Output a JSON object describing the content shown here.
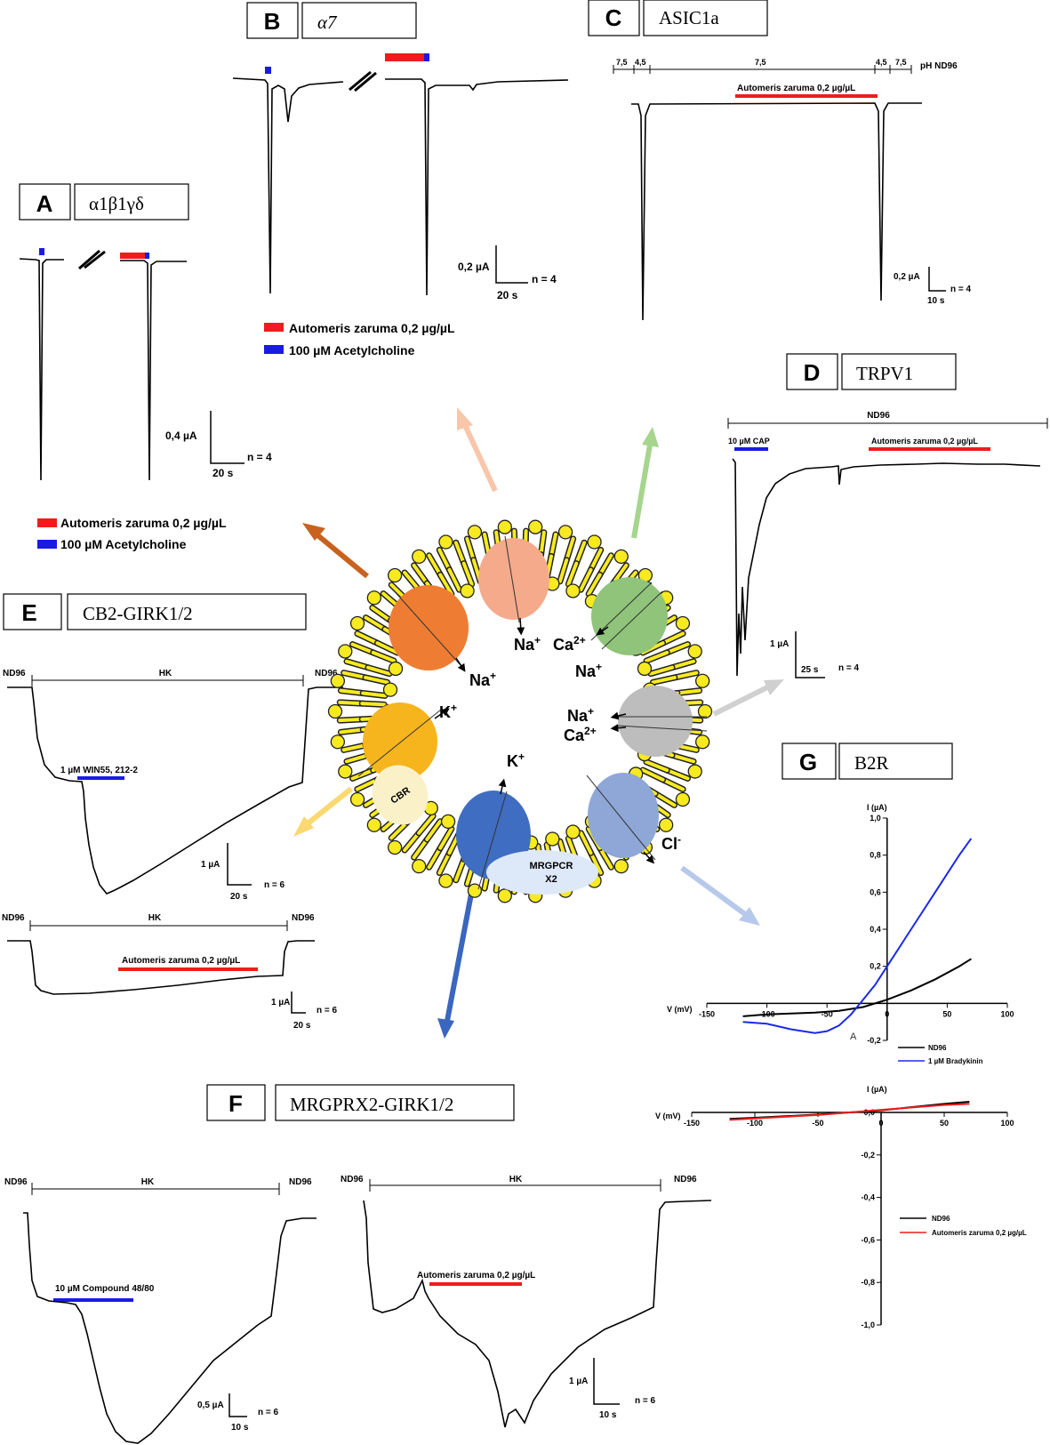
{
  "panels": {
    "A": {
      "letter": "A",
      "title": "α1β1γδ",
      "scale_y": "0,4 µA",
      "scale_x": "20 s",
      "n": "n = 4",
      "legend": [
        "Automeris zaruma 0,2 µg/µL",
        "100 µM Acetylcholine"
      ]
    },
    "B": {
      "letter": "B",
      "title": "α7",
      "scale_y": "0,2 µA",
      "scale_x": "20 s",
      "n": "n = 4",
      "legend": [
        "Automeris zaruma 0,2 µg/µL",
        "100 µM Acetylcholine"
      ]
    },
    "C": {
      "letter": "C",
      "title": "ASIC1a",
      "ph_label": "pH ND96",
      "ph_values": [
        "7,5",
        "4,5",
        "7,5",
        "4,5",
        "7,5"
      ],
      "application": "Automeris zaruma 0,2 µg/µL",
      "scale_y": "0,2 µA",
      "scale_x": "10 s",
      "n": "n = 4"
    },
    "D": {
      "letter": "D",
      "title": "TRPV1",
      "solution": "ND96",
      "cap": "10 µM CAP",
      "application": "Automeris zaruma 0,2 µg/µL",
      "scale_y": "1 µA",
      "scale_x": "25 s",
      "n": "n = 4"
    },
    "E": {
      "letter": "E",
      "title": "CB2-GIRK1/2",
      "top": {
        "left": "ND96",
        "mid": "HK",
        "right": "ND96",
        "application": "1 µM WIN55, 212-2",
        "scale_y": "1 µA",
        "scale_x": "20 s",
        "n": "n = 6"
      },
      "bottom": {
        "left": "ND96",
        "mid": "HK",
        "right": "ND96",
        "application": "Automeris zaruma 0,2 µg/µL",
        "scale_y": "1 µA",
        "scale_x": "20 s",
        "n": "n = 6"
      }
    },
    "F": {
      "letter": "F",
      "title": "MRGPRX2-GIRK1/2",
      "left": {
        "left": "ND96",
        "mid": "HK",
        "right": "ND96",
        "application": "10 µM Compound 48/80",
        "scale_y": "0,5 µA",
        "scale_x": "10 s",
        "n": "n = 6"
      },
      "right": {
        "left": "ND96",
        "mid": "HK",
        "right": "ND96",
        "application": "Automeris zaruma 0,2 µg/µL",
        "scale_y": "1 µA",
        "scale_x": "10 s",
        "n": "n = 6"
      }
    },
    "G": {
      "letter": "G",
      "title": "B2R",
      "iv1": {
        "ylabel": "I (µA)",
        "xlabel": "V (mV)",
        "xticks": [
          "-150",
          "-100",
          "-50",
          "0",
          "50",
          "100"
        ],
        "yticks": [
          "1,0",
          "0,8",
          "0,6",
          "0,4",
          "0,2",
          "-0,2"
        ],
        "legend": [
          "ND96",
          "1 µM Bradykinin"
        ],
        "marker": "A"
      },
      "iv2": {
        "ylabel": "I (µA)",
        "xlabel": "V (mV)",
        "xticks": [
          "-150",
          "-100",
          "-50",
          "0",
          "50",
          "100"
        ],
        "yticks": [
          "0,0",
          "-0,2",
          "-0,4",
          "-0,6",
          "-0,8",
          "-1,0"
        ],
        "legend": [
          "ND96",
          "Automeris zaruma 0,2 µg/µL"
        ]
      }
    }
  },
  "membrane": {
    "ions": {
      "na1": "Na+",
      "ca1": "Ca2+",
      "na2": "Na+",
      "na3": "Na+",
      "k1": "K+",
      "na4": "Na+",
      "ca2": "Ca2+",
      "k2": "K+",
      "cl": "Cl-"
    },
    "cbr": "CBR",
    "mrgpcr_line1": "MRGPCR",
    "mrgpcr_line2": "X2"
  },
  "colors": {
    "toxin": "#ee1c1c",
    "agonist": "#1a1ae6",
    "bradykinin": "#1a2ae6",
    "nachr": "#ee7d33",
    "a7": "#f5aa8c",
    "asic": "#8fc47a",
    "trpv": "#bdbdbd",
    "cb2": "#f6b51c",
    "mrg": "#3f6dc1",
    "b2r": "#8ea7d7",
    "lipid": "#f7ea1f"
  },
  "chart_data": [
    {
      "type": "line",
      "title": "",
      "xlabel": "V (mV)",
      "ylabel": "I (µA)",
      "xlim": [
        -150,
        100
      ],
      "ylim": [
        -0.2,
        1.0
      ],
      "series": [
        {
          "name": "ND96",
          "x": [
            -120,
            -100,
            -80,
            -60,
            -40,
            -20,
            0,
            20,
            40,
            60,
            70
          ],
          "y": [
            -0.07,
            -0.06,
            -0.055,
            -0.05,
            -0.04,
            -0.02,
            0.02,
            0.07,
            0.13,
            0.2,
            0.24
          ]
        },
        {
          "name": "1 µM Bradykinin",
          "x": [
            -120,
            -100,
            -80,
            -60,
            -50,
            -40,
            -30,
            -20,
            -10,
            0,
            20,
            40,
            60,
            70
          ],
          "y": [
            -0.1,
            -0.11,
            -0.14,
            -0.16,
            -0.15,
            -0.12,
            -0.06,
            0.02,
            0.1,
            0.2,
            0.4,
            0.6,
            0.8,
            0.89
          ]
        }
      ]
    },
    {
      "type": "line",
      "title": "",
      "xlabel": "V (mV)",
      "ylabel": "I (µA)",
      "xlim": [
        -150,
        100
      ],
      "ylim": [
        -1.0,
        0.0
      ],
      "series": [
        {
          "name": "ND96",
          "x": [
            -120,
            -100,
            -50,
            0,
            50,
            70
          ],
          "y": [
            -0.03,
            -0.025,
            -0.01,
            0.01,
            0.04,
            0.05
          ]
        },
        {
          "name": "Automeris zaruma 0,2 µg/µL",
          "x": [
            -120,
            -100,
            -50,
            0,
            50,
            70
          ],
          "y": [
            -0.035,
            -0.028,
            -0.012,
            0.012,
            0.035,
            0.04
          ]
        }
      ]
    }
  ]
}
